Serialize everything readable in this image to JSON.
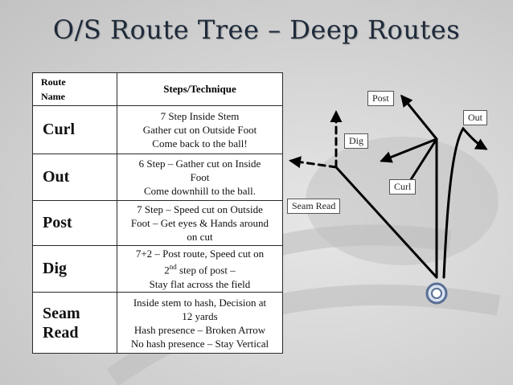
{
  "slide": {
    "title": "O/S Route Tree – Deep Routes"
  },
  "table": {
    "header_name_line1": "Route",
    "header_name_line2": "Name",
    "header_steps": "Steps/Technique",
    "rows": [
      {
        "name": "Curl",
        "lines": [
          "7 Step Inside Stem",
          "Gather cut on Outside Foot",
          "Come back to the ball!"
        ]
      },
      {
        "name": "Out",
        "lines": [
          "6 Step – Gather cut on Inside",
          "Foot",
          "Come downhill to the ball."
        ]
      },
      {
        "name": "Post",
        "lines": [
          "7 Step – Speed cut on Outside",
          "Foot – Get eyes & Hands around",
          "on cut"
        ]
      },
      {
        "name": "Dig",
        "lines": [
          "7+2 – Post route, Speed cut on",
          "2",
          "nd",
          " step of post –",
          "Stay flat across the field"
        ]
      },
      {
        "name_line1": "Seam",
        "name_line2": "Read",
        "lines": [
          "Inside stem to hash, Decision at",
          "12 yards",
          "Hash presence – Broken Arrow",
          "No hash presence – Stay Vertical"
        ]
      }
    ]
  },
  "diagram": {
    "labels": {
      "post": "Post",
      "out": "Out",
      "dig": "Dig",
      "curl": "Curl",
      "seam_read": "Seam  Read"
    },
    "receiver_icon": "receiver-circle-icon",
    "line_color": "#000000"
  }
}
